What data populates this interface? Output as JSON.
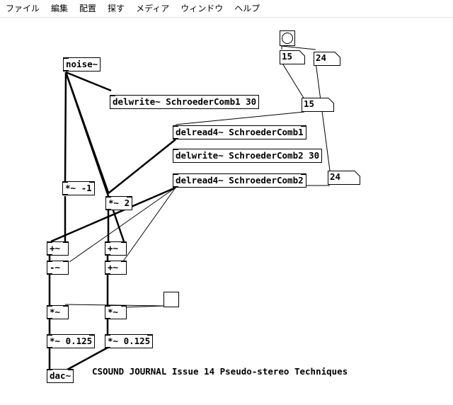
{
  "menu": [
    "ファイル",
    "編集",
    "配置",
    "探す",
    "メディア",
    "ウィンドウ",
    "ヘルプ"
  ],
  "objects": {
    "noise": "noise~",
    "delwrite1": "delwrite~ SchroederComb1 30",
    "delread1": "delread4~ SchroederComb1",
    "delwrite2": "delwrite~ SchroederComb2 30",
    "delread2": "delread4~ SchroederComb2",
    "mul_neg1": "*~ -1",
    "mul_2": "*~ 2",
    "plus_left": "+~",
    "minus_left": "-~",
    "plus_right1": "+~",
    "plus_right2": "+~",
    "mul_left": "*~",
    "mul_right": "*~",
    "gain_left": "*~ 0.125",
    "gain_right": "*~ 0.125",
    "dac": "dac~"
  },
  "numbers": {
    "num15_top": "15",
    "num24_top": "24",
    "num15_mid": "15",
    "num24_mid": "24"
  },
  "comment": "CSOUND JOURNAL Issue 14 Pseudo-stereo Techniques"
}
